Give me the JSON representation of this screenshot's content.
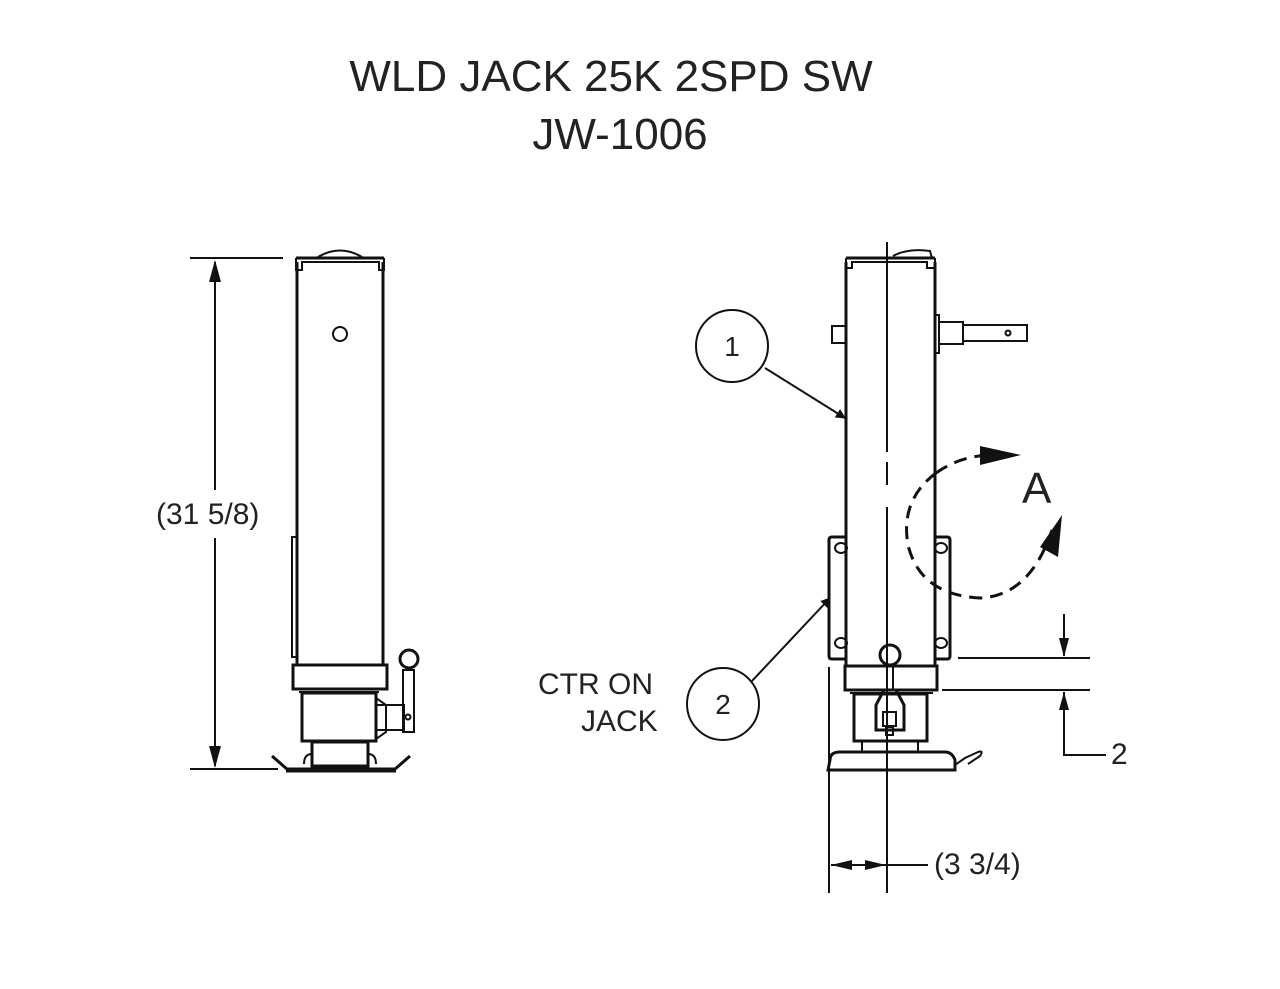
{
  "drawing": {
    "title": "WLD JACK 25K 2SPD SW",
    "part_number": "JW-1006"
  },
  "left_view": {
    "height_dimension": "(31 5/8)"
  },
  "right_view": {
    "balloons": [
      {
        "number": "1"
      },
      {
        "number": "2"
      }
    ],
    "note_line1": "CTR ON",
    "note_line2": "JACK",
    "rotation_label": "A",
    "offset_dimension": "(3 3/4)",
    "gap_dimension": "2"
  }
}
